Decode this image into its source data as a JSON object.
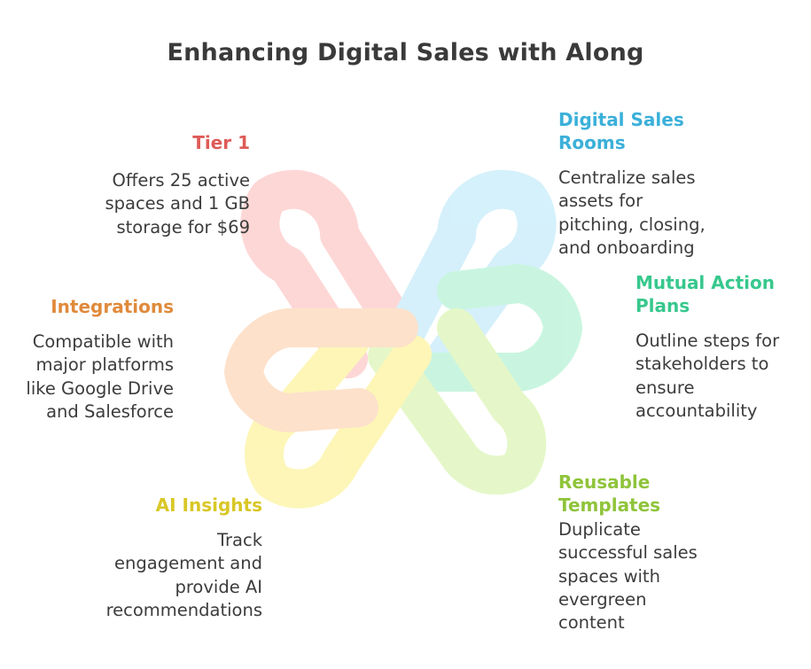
{
  "title": "Enhancing Digital Sales with Along",
  "colors": {
    "tier1": "#de5b57",
    "digital_sales_rooms": "#3bb0d9",
    "mutual_action_plans": "#37c88d",
    "reusable_templates": "#8fc43a",
    "ai_insights": "#d9c726",
    "integrations": "#e08a3c"
  },
  "items": {
    "tier1": {
      "heading": "Tier 1",
      "lines": [
        "Offers 25 active",
        "spaces and 1 GB",
        "storage for $69"
      ]
    },
    "digital_sales_rooms": {
      "heading_lines": [
        "Digital Sales",
        "Rooms"
      ],
      "lines": [
        "Centralize sales",
        "assets for",
        "pitching, closing,",
        "and onboarding"
      ]
    },
    "mutual_action_plans": {
      "heading_lines": [
        "Mutual Action",
        "Plans"
      ],
      "lines": [
        "Outline steps for",
        "stakeholders to",
        "ensure",
        "accountability"
      ]
    },
    "reusable_templates": {
      "heading_lines": [
        "Reusable",
        "Templates"
      ],
      "lines": [
        "Duplicate",
        "successful sales",
        "spaces with",
        "evergreen",
        "content"
      ]
    },
    "ai_insights": {
      "heading": "AI Insights",
      "lines": [
        "Track",
        "engagement and",
        "provide AI",
        "recommendations"
      ]
    },
    "integrations": {
      "heading": "Integrations",
      "lines": [
        "Compatible with",
        "major platforms",
        "like Google Drive",
        "and Salesforce"
      ]
    }
  }
}
